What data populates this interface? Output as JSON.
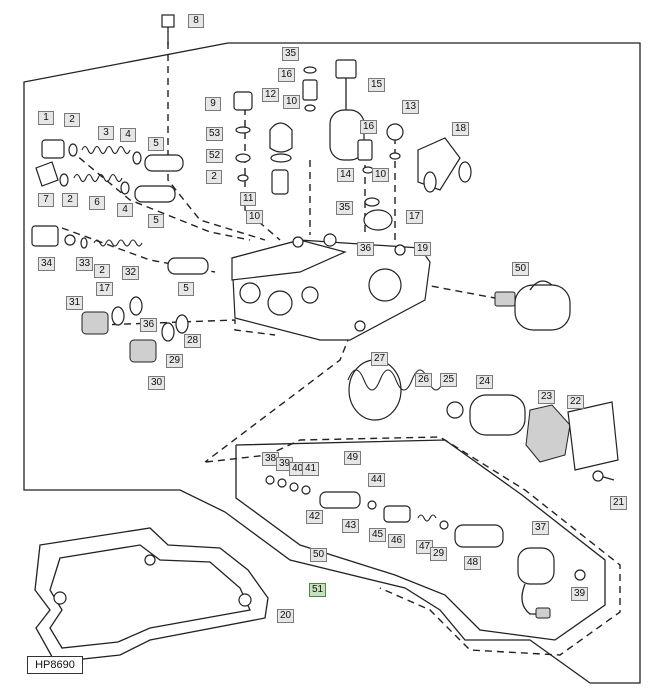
{
  "figure_id": "HP8690",
  "callouts": [
    {
      "label": "8"
    },
    {
      "label": "35"
    },
    {
      "label": "16"
    },
    {
      "label": "10"
    },
    {
      "label": "9"
    },
    {
      "label": "12"
    },
    {
      "label": "15"
    },
    {
      "label": "13"
    },
    {
      "label": "1"
    },
    {
      "label": "2"
    },
    {
      "label": "3"
    },
    {
      "label": "4"
    },
    {
      "label": "5"
    },
    {
      "label": "53"
    },
    {
      "label": "52"
    },
    {
      "label": "2"
    },
    {
      "label": "16"
    },
    {
      "label": "18"
    },
    {
      "label": "14"
    },
    {
      "label": "10"
    },
    {
      "label": "7"
    },
    {
      "label": "2"
    },
    {
      "label": "6"
    },
    {
      "label": "4"
    },
    {
      "label": "5"
    },
    {
      "label": "11"
    },
    {
      "label": "10"
    },
    {
      "label": "35"
    },
    {
      "label": "17"
    },
    {
      "label": "36"
    },
    {
      "label": "34"
    },
    {
      "label": "33"
    },
    {
      "label": "2"
    },
    {
      "label": "32"
    },
    {
      "label": "19"
    },
    {
      "label": "50"
    },
    {
      "label": "5"
    },
    {
      "label": "31"
    },
    {
      "label": "17"
    },
    {
      "label": "36"
    },
    {
      "label": "28"
    },
    {
      "label": "29"
    },
    {
      "label": "30"
    },
    {
      "label": "27"
    },
    {
      "label": "26"
    },
    {
      "label": "25"
    },
    {
      "label": "24"
    },
    {
      "label": "23"
    },
    {
      "label": "22"
    },
    {
      "label": "38"
    },
    {
      "label": "39"
    },
    {
      "label": "40"
    },
    {
      "label": "41"
    },
    {
      "label": "49"
    },
    {
      "label": "44"
    },
    {
      "label": "21"
    },
    {
      "label": "42"
    },
    {
      "label": "43"
    },
    {
      "label": "45"
    },
    {
      "label": "46"
    },
    {
      "label": "47"
    },
    {
      "label": "29"
    },
    {
      "label": "48"
    },
    {
      "label": "37"
    },
    {
      "label": "50"
    },
    {
      "label": "39"
    },
    {
      "label": "51"
    },
    {
      "label": "20"
    }
  ]
}
